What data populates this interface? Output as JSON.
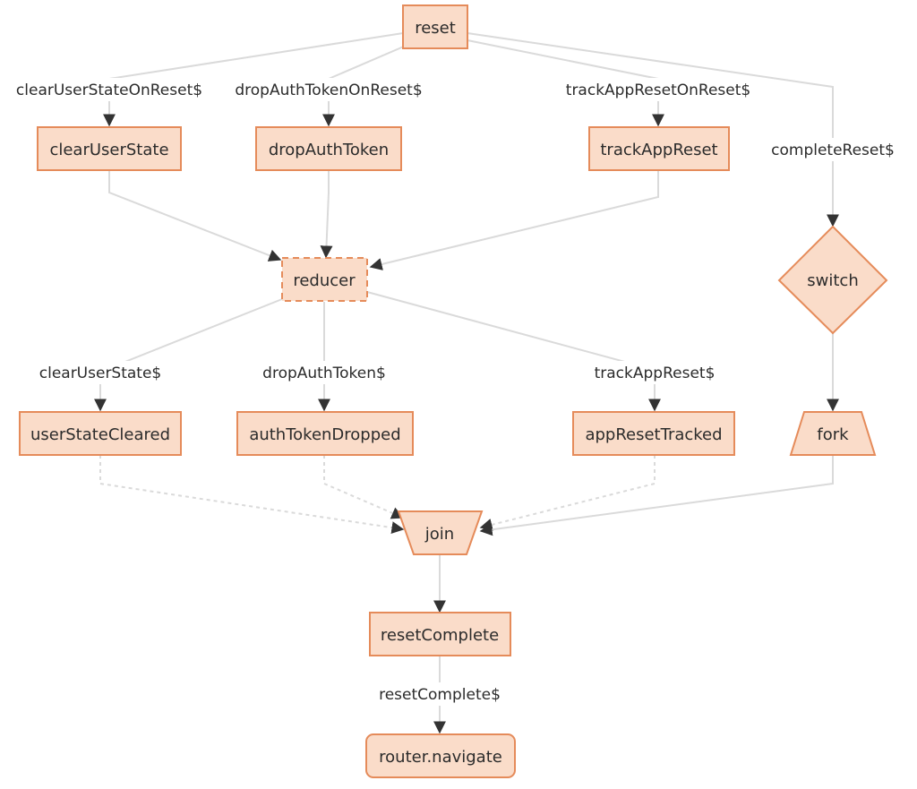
{
  "nodes": {
    "reset": "reset",
    "clearUserState": "clearUserState",
    "dropAuthToken": "dropAuthToken",
    "trackAppReset": "trackAppReset",
    "reducer": "reducer",
    "switch": "switch",
    "userStateCleared": "userStateCleared",
    "authTokenDropped": "authTokenDropped",
    "appResetTracked": "appResetTracked",
    "fork": "fork",
    "join": "join",
    "resetComplete": "resetComplete",
    "routerNavigate": "router.navigate"
  },
  "edges": {
    "clearUserStateOnReset": "clearUserStateOnReset$",
    "dropAuthTokenOnReset": "dropAuthTokenOnReset$",
    "trackAppResetOnReset": "trackAppResetOnReset$",
    "completeReset": "completeReset$",
    "clearUserState": "clearUserState$",
    "dropAuthToken": "dropAuthToken$",
    "trackAppReset": "trackAppReset$",
    "resetComplete": "resetComplete$"
  },
  "colors": {
    "node_fill": "#fadcc9",
    "node_stroke": "#e58b5a",
    "edge": "#dadada",
    "arrow": "#333333"
  }
}
